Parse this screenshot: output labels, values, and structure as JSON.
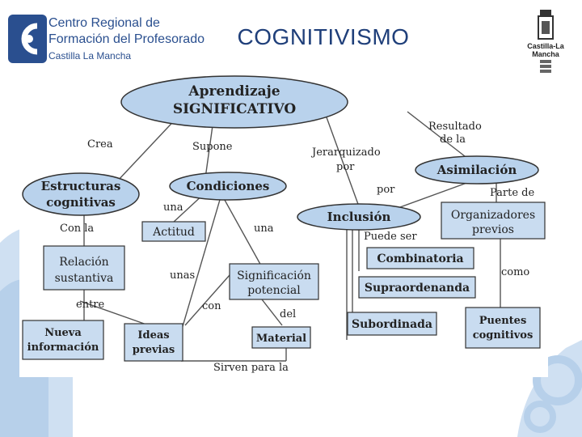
{
  "header": {
    "logo_line1": "Centro Regional de",
    "logo_line2": "Formación del Profesorado",
    "logo_line3": "Castilla La Mancha",
    "title": "COGNITIVISMO",
    "crest_label": "Castilla-La Mancha"
  },
  "diagram": {
    "nodes": {
      "aprendizaje_l1": "Aprendizaje",
      "aprendizaje_l2": "SIGNIFICATIVO",
      "estructuras_l1": "Estructuras",
      "estructuras_l2": "cognitivas",
      "condiciones": "Condiciones",
      "asimilacion": "Asimilación",
      "inclusion": "Inclusión",
      "organizadores_l1": "Organizadores",
      "organizadores_l2": "previos",
      "actitud": "Actitud",
      "relacion_l1": "Relación",
      "relacion_l2": "sustantiva",
      "significacion_l1": "Significación",
      "significacion_l2": "potencial",
      "combinatoria": "Combinatoria",
      "supraordenanda": "Supraordenanda",
      "subordinada": "Subordinada",
      "nueva_l1": "Nueva",
      "nueva_l2": "información",
      "ideas_l1": "Ideas",
      "ideas_l2": "previas",
      "material": "Material",
      "puentes_l1": "Puentes",
      "puentes_l2": "cognitivos"
    },
    "links": {
      "crea": "Crea",
      "supone": "Supone",
      "resultado_l1": "Resultado",
      "resultado_l2": "de la",
      "jerarquizado_l1": "Jerarquizado",
      "jerarquizado_l2": "por",
      "por": "por",
      "parte_de": "Parte de",
      "una_1": "una",
      "una_2": "una",
      "con_la": "Con la",
      "puede_ser": "Puede ser",
      "unas": "unas",
      "con": "con",
      "del": "del",
      "entre": "entre",
      "como": "como",
      "sirven_para_la": "Sirven para la"
    }
  },
  "colors": {
    "ellipse_fill": "#b9d2ec",
    "box_fill": "#c9dcf0",
    "title_blue": "#1f3f7a",
    "deco_blue": "#c8dcf0"
  }
}
